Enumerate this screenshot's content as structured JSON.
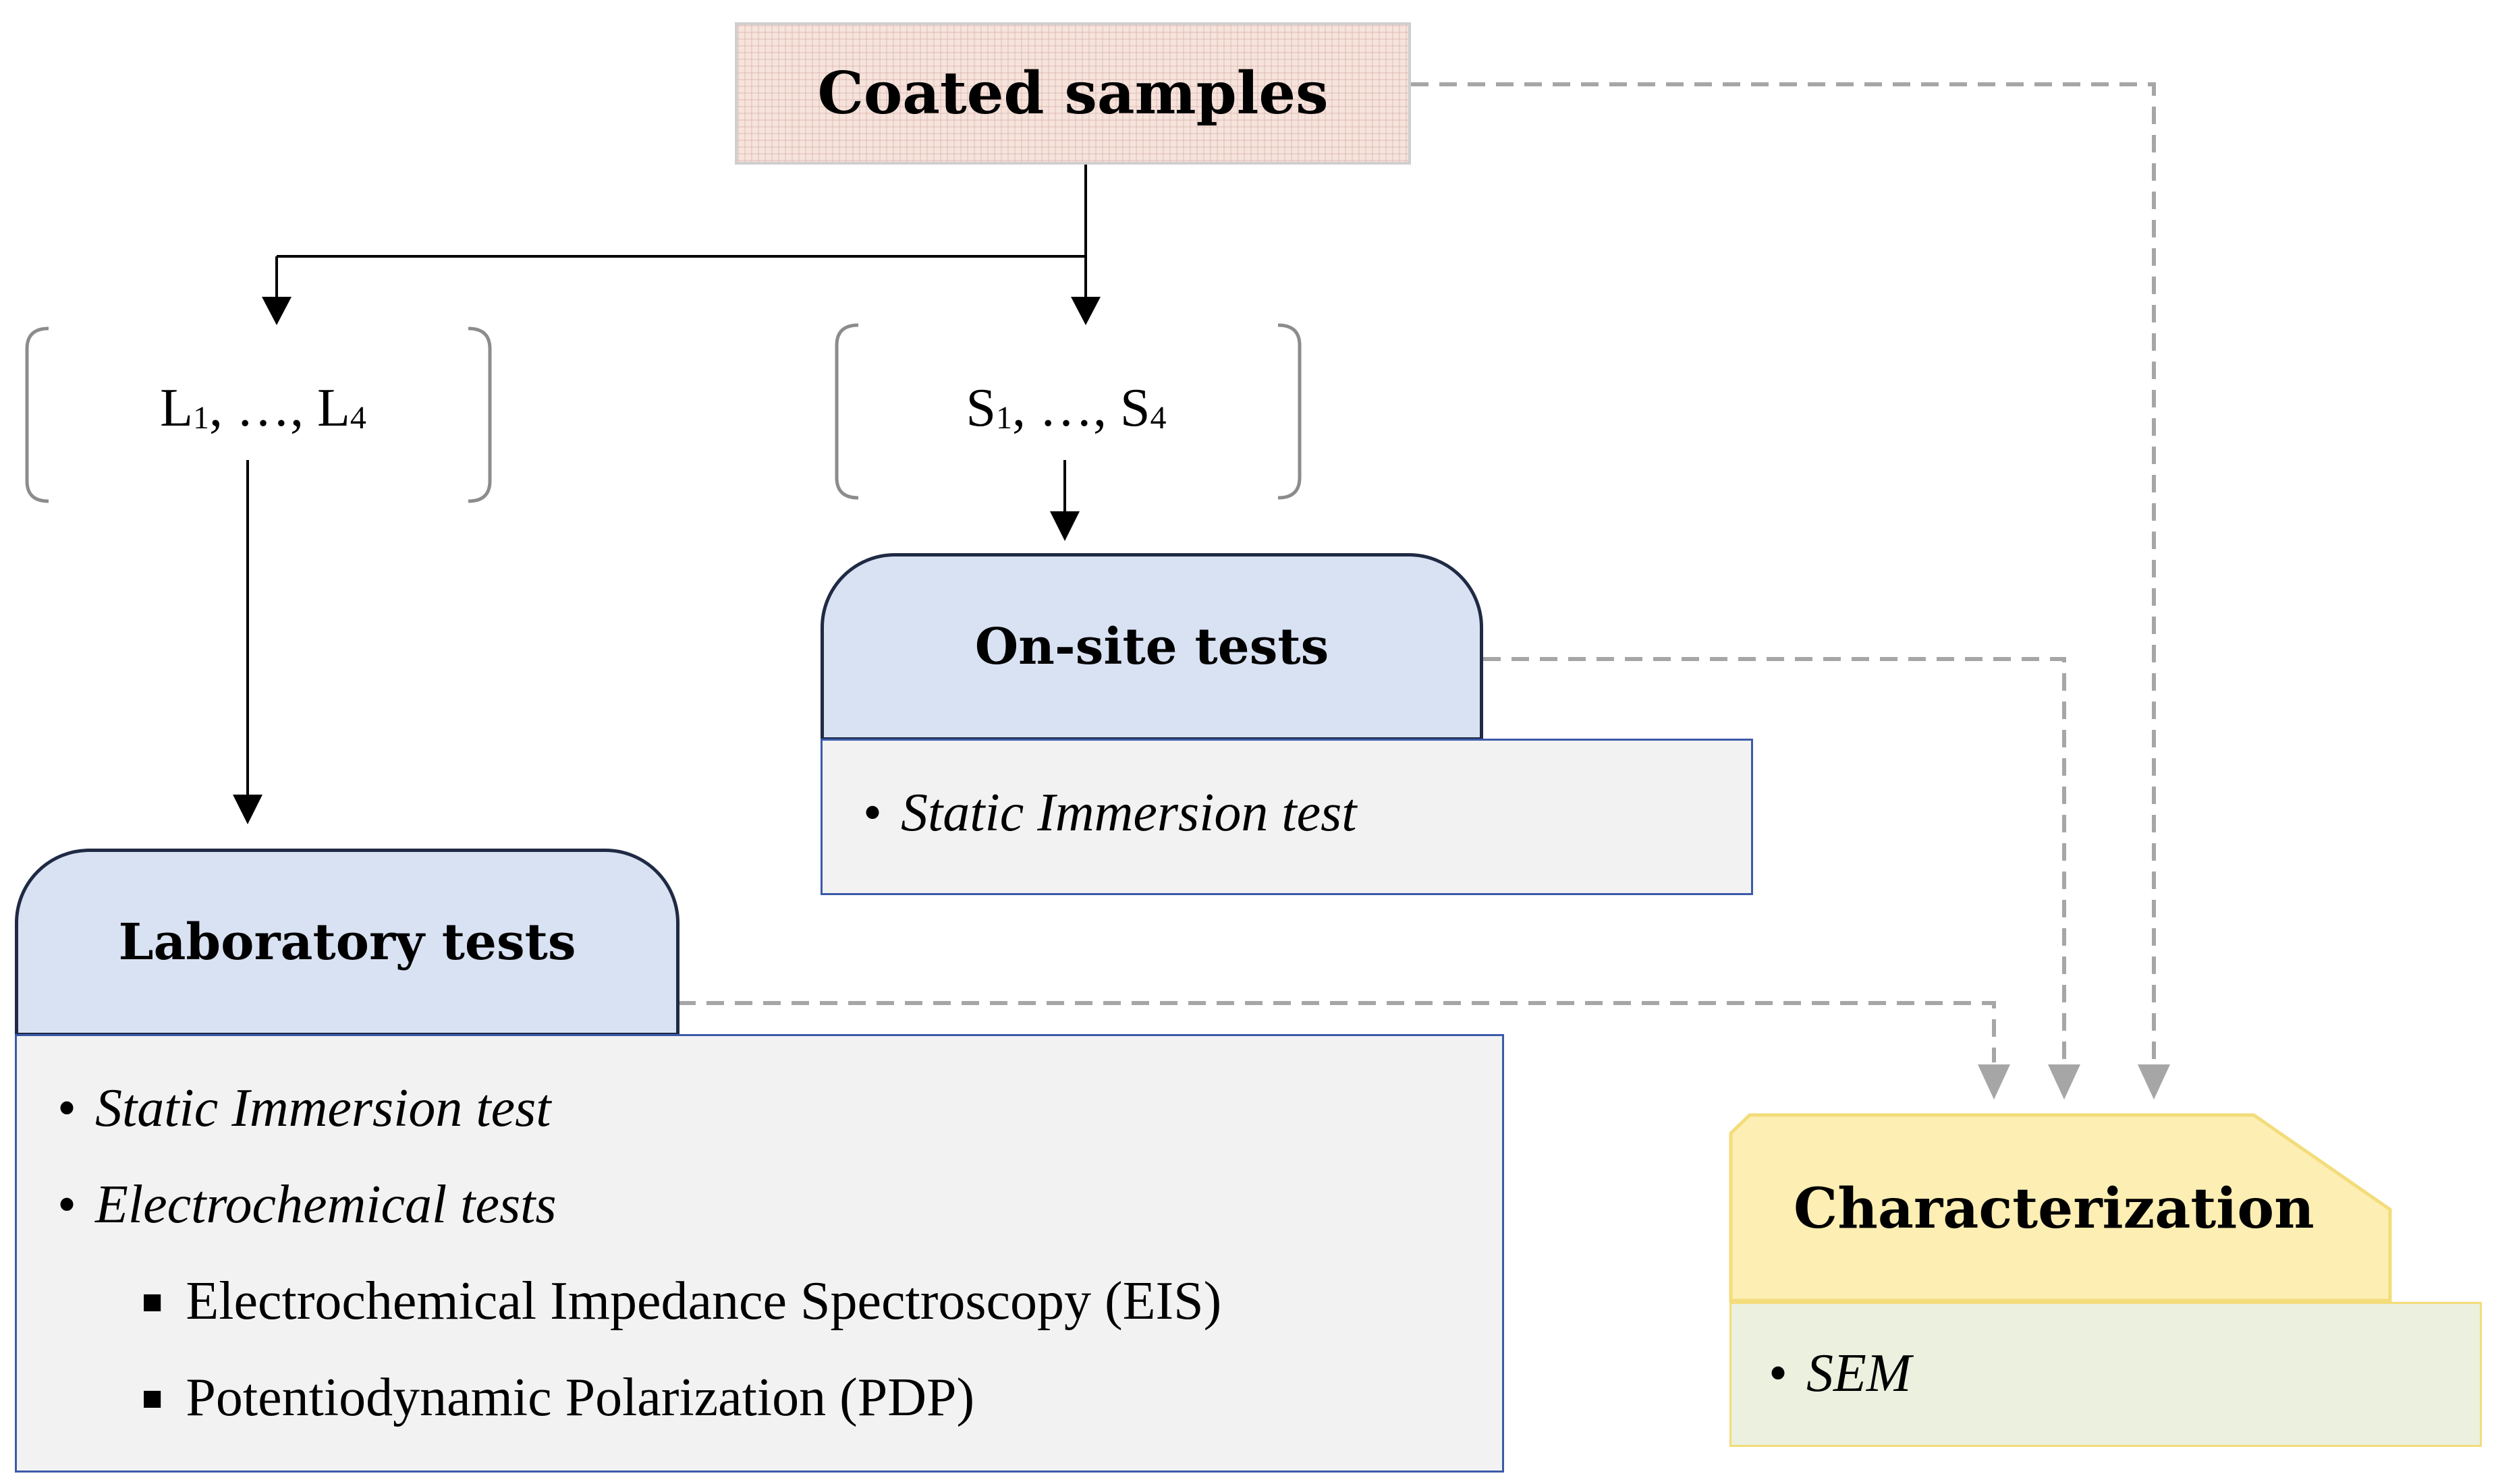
{
  "nodes": {
    "coated_samples": {
      "label": "Coated samples"
    },
    "lab_group": {
      "main1": "L",
      "sub1": "1",
      "mid": ", …, ",
      "main2": "L",
      "sub2": "4"
    },
    "site_group": {
      "main1": "S",
      "sub1": "1",
      "mid": ", …, ",
      "main2": "S",
      "sub2": "4"
    },
    "onsite_tests": {
      "title": "On-site tests",
      "items": [
        "Static Immersion test"
      ]
    },
    "laboratory_tests": {
      "title": "Laboratory tests",
      "items": [
        "Static Immersion test",
        "Electrochemical tests"
      ],
      "subitems": [
        "Electrochemical Impedance Spectroscopy (EIS)",
        "Potentiodynamic Polarization (PDP)"
      ]
    },
    "characterization": {
      "title": "Characterization",
      "items": [
        "SEM"
      ]
    }
  },
  "bullet_char": "•",
  "sub_bullet_char": "■",
  "colors": {
    "coated_fill": "#f6e3dc",
    "tab_fill": "#d9e2f2",
    "tab_border": "#1f2a44",
    "content_fill": "#f2f2f2",
    "content_border": "#3b5aa8",
    "char_header_fill": "#fdeeb3",
    "char_header_border": "#f3dc7a",
    "char_content_fill": "#ebf1de",
    "dashed_connector": "#a6a6a6",
    "bracket": "#8c8c8c"
  },
  "edges": [
    {
      "from": "coated_samples",
      "to": "lab_group",
      "style": "solid"
    },
    {
      "from": "coated_samples",
      "to": "site_group",
      "style": "solid"
    },
    {
      "from": "site_group",
      "to": "onsite_tests",
      "style": "solid"
    },
    {
      "from": "lab_group",
      "to": "laboratory_tests",
      "style": "solid"
    },
    {
      "from": "laboratory_tests",
      "to": "characterization",
      "style": "dashed"
    },
    {
      "from": "onsite_tests",
      "to": "characterization",
      "style": "dashed"
    },
    {
      "from": "coated_samples",
      "to": "characterization",
      "style": "dashed"
    }
  ]
}
